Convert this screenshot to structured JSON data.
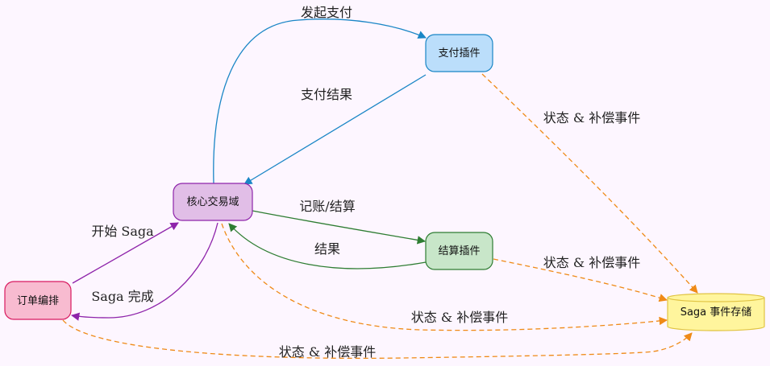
{
  "colors": {
    "background": "#fdf6ff",
    "blue": "#1a86c6",
    "green": "#2e7d32",
    "purple": "#8e24aa",
    "orange": "#ef8a17"
  },
  "nodes": {
    "core": "核心交易域",
    "payment": "支付插件",
    "settlement": "结算插件",
    "orchestrator": "订单编排",
    "store": "Saga 事件存储"
  },
  "edges": {
    "start_payment": "发起支付",
    "payment_result": "支付结果",
    "accounting": "记账/结算",
    "settle_result": "结果",
    "saga_start": "开始 Saga",
    "saga_done": "Saga 完成",
    "event_payment": "状态 & 补偿事件",
    "event_settlement": "状态 & 补偿事件",
    "event_core": "状态 & 补偿事件",
    "event_orchestrator": "状态 & 补偿事件"
  }
}
